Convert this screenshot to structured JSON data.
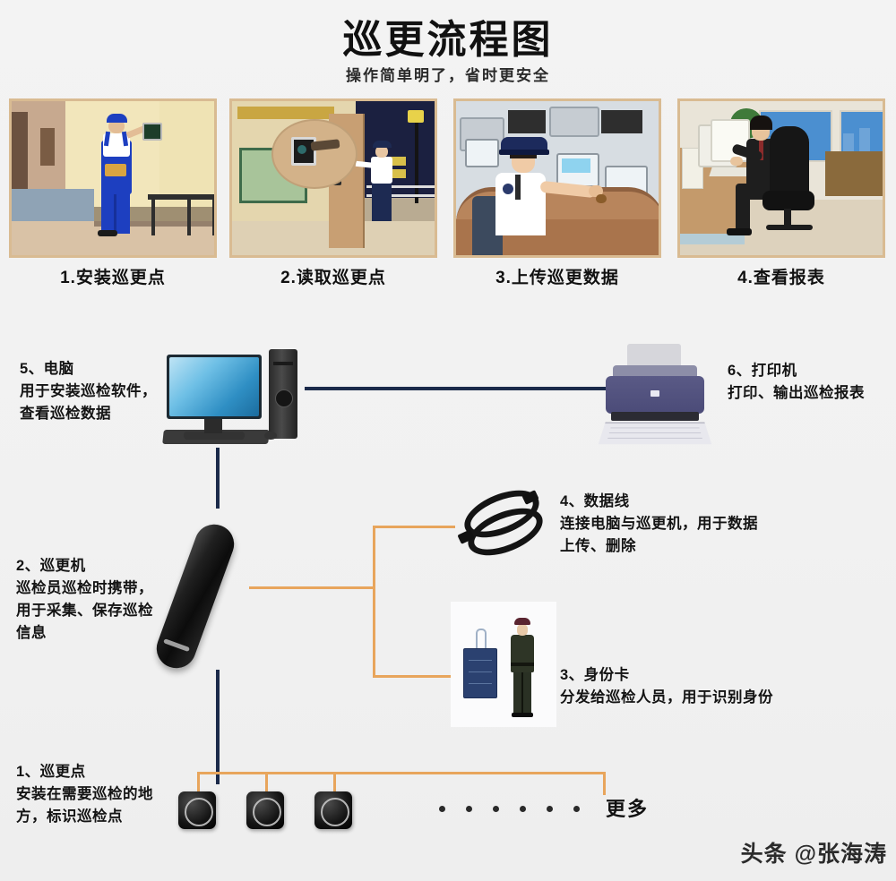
{
  "header": {
    "title": "巡更流程图",
    "subtitle": "操作简单明了，省时更安全"
  },
  "steps": [
    {
      "caption": "1.安装巡更点",
      "scene": "worker-installing-patrol-point"
    },
    {
      "caption": "2.读取巡更点",
      "scene": "guard-reading-patrol-point-at-night"
    },
    {
      "caption": "3.上传巡更数据",
      "scene": "guard-at-control-console"
    },
    {
      "caption": "4.查看报表",
      "scene": "manager-viewing-report-on-office-pc"
    }
  ],
  "components": {
    "computer": {
      "heading": "5、电脑",
      "line1": "用于安装巡检软件，",
      "line2": "查看巡检数据"
    },
    "printer": {
      "heading": "6、打印机",
      "line1": "打印、输出巡检报表"
    },
    "cable": {
      "heading": "4、数据线",
      "line1": "连接电脑与巡更机，用于数据",
      "line2": "上传、删除"
    },
    "idcard": {
      "heading": "3、身份卡",
      "line1": "分发给巡检人员，用于识别身份"
    },
    "patrol_device": {
      "heading": "2、巡更机",
      "line1": "巡检员巡检时携带，",
      "line2": "用于采集、保存巡检",
      "line3": "信息"
    },
    "patrol_point": {
      "heading": "1、巡更点",
      "line1": "安装在需要巡检的地",
      "line2": "方，标识巡检点"
    }
  },
  "patrol_points": {
    "count": 3,
    "ellipsis_dots": 6,
    "more_label": "更多"
  },
  "watermark": "头条 @张海涛",
  "colors": {
    "background": "#f2f2f2",
    "trunk_line": "#1b2a4a",
    "branch_line": "#e8a55c",
    "photo_border": "#d9bb92",
    "printer_body": "#5a5a86",
    "id_card": "#2b4170"
  }
}
